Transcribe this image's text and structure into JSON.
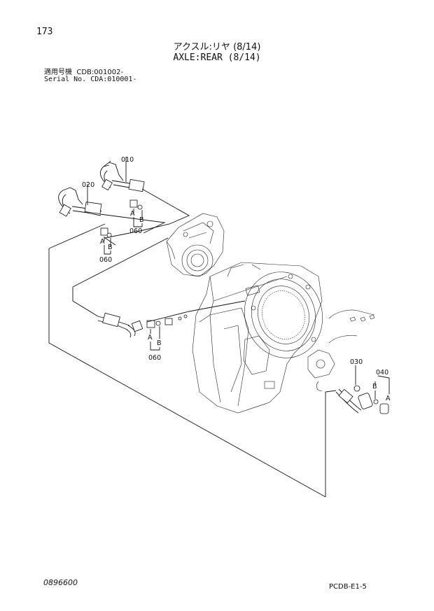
{
  "header": {
    "page_number": "173",
    "title_jp": "アクスル:リヤ (8/14)",
    "title_en": "AXLE:REAR (8/14)",
    "serial_jp": "適用号機  CDB:001002-",
    "serial_en": "Serial No. CDA:010001-"
  },
  "callouts": {
    "p010": "010",
    "p020": "020",
    "p030": "030",
    "p040": "040",
    "p060": "060",
    "a": "A",
    "b": "B"
  },
  "footer": {
    "left_code": "0896600",
    "right_code": "PCDB-E1-5"
  }
}
